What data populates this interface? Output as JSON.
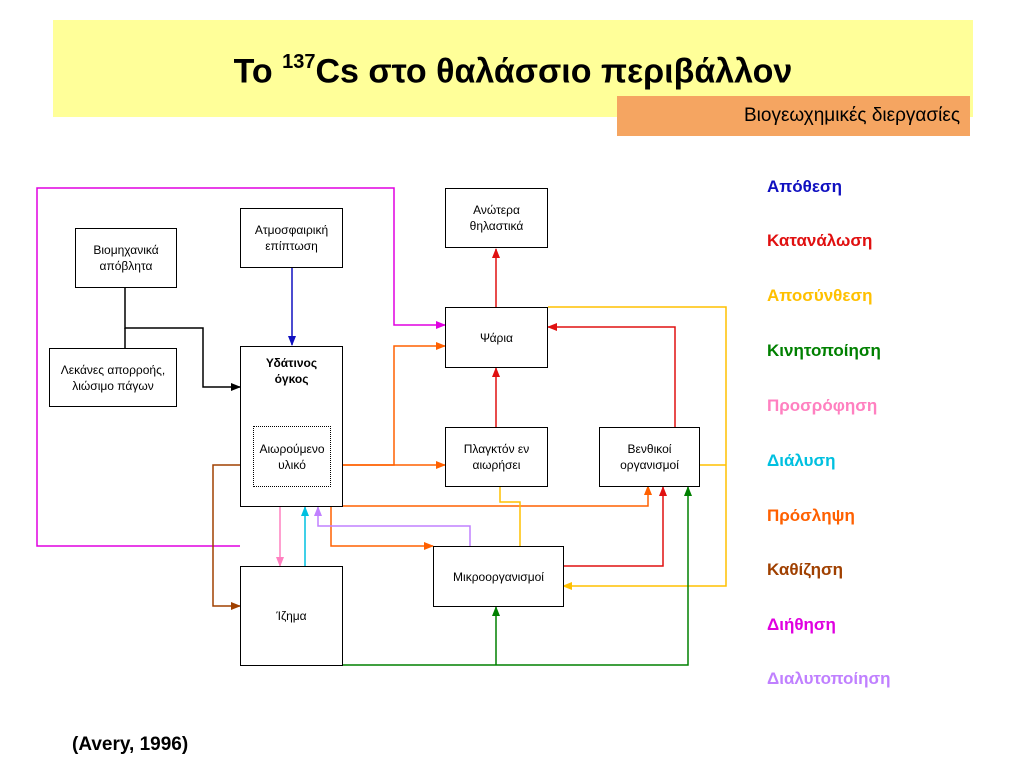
{
  "header": {
    "title_prefix": "Το ",
    "title_sup": "137",
    "title_suffix": "Cs στο θαλάσσιο περιβάλλον",
    "subtitle": "Βιογεωχημικές διεργασίες"
  },
  "nodes": {
    "industrial": "Βιομηχανικά απόβλητα",
    "basins": "Λεκάνες απορροής, λιώσιμο πάγων",
    "atmospheric": "Ατμοσφαιρική επίπτωση",
    "water_volume": "Υδάτινος όγκος",
    "suspended": "Αιωρούμενο υλικό",
    "sediment": "Ίζημα",
    "higher_predators": "Ανώτερα θηλαστικά",
    "fish": "Ψάρια",
    "plankton": "Πλαγκτόν εν αιωρήσει",
    "benthic": "Βενθικοί οργανισμοί",
    "microorganisms": "Μικροοργανισμοί"
  },
  "legend": [
    {
      "label": "Απόθεση",
      "color": "#1010c0"
    },
    {
      "label": "Κατανάλωση",
      "color": "#e01010"
    },
    {
      "label": "Αποσύνθεση",
      "color": "#ffc000"
    },
    {
      "label": "Κινητοποίηση",
      "color": "#008000"
    },
    {
      "label": "Προσρόφηση",
      "color": "#ff80c0"
    },
    {
      "label": "Διάλυση",
      "color": "#00c0e0"
    },
    {
      "label": "Πρόσληψη",
      "color": "#ff6000"
    },
    {
      "label": "Καθίζηση",
      "color": "#a04000"
    },
    {
      "label": "Διήθηση",
      "color": "#e000e0"
    },
    {
      "label": "Διαλυτοποίηση",
      "color": "#c080ff"
    }
  ],
  "citation": "(Avery, 1996)"
}
